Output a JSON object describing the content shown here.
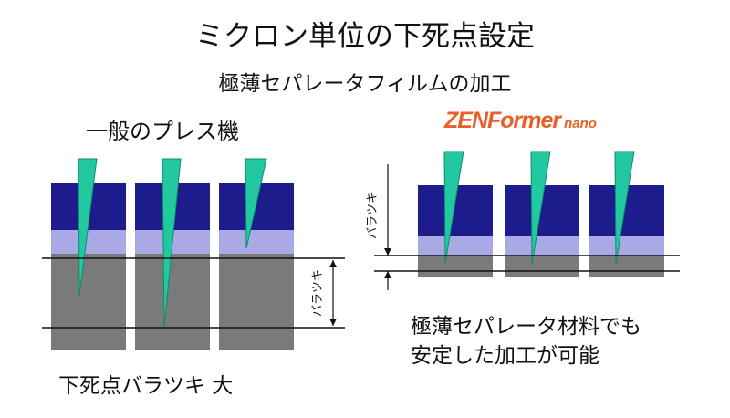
{
  "title": "ミクロン単位の下死点設定",
  "subtitle": "極薄セパレータフィルムの加工",
  "left_panel": {
    "heading": "一般のプレス機",
    "variation_label": "バラツキ",
    "caption": "下死点バラツキ 大"
  },
  "right_panel": {
    "brand": "ZENFormer",
    "brand_suffix": "nano",
    "variation_label": "バラツキ",
    "caption_line1": "極薄セパレータ材料でも",
    "caption_line2": "安定した加工が可能"
  },
  "colors": {
    "top_layer": "#1c1c8c",
    "film_layer": "#a9a9e6",
    "base_layer": "#7a7a7a",
    "blade": "#22c9a0",
    "brand": "#e8602a"
  }
}
